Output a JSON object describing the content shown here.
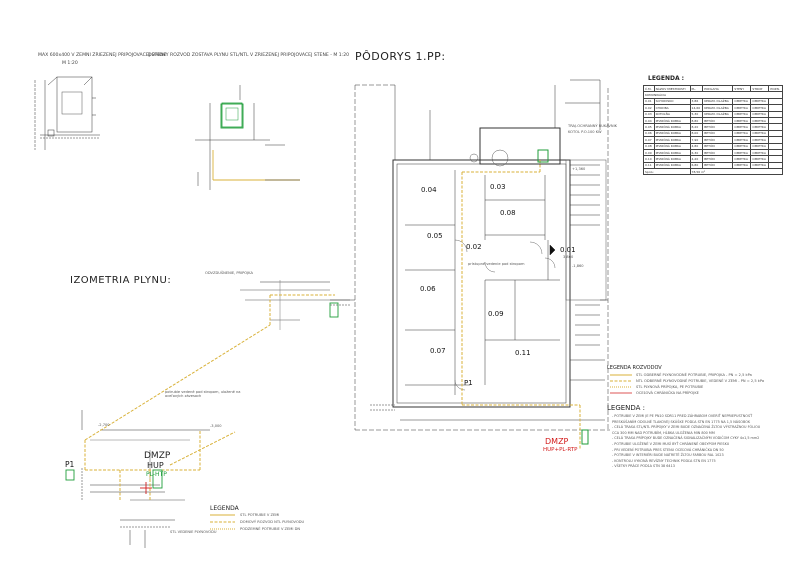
{
  "titles": {
    "title_left_top": "MAX 600x400 V ZEMNI ZRIEZENEJ PRIPOJOVACEJ STENE",
    "scale_left": "M 1:20",
    "title_mid_top": "DOMOVY ROZVOD ZOSTAVA PLYNU STL/NTL V ZRIEZENEJ PRIPOJOVACEJ STENE - M 1:20",
    "plan_title": "PÔDORYS 1.PP:",
    "iso_title": "IZOMETRIA PLYNU:"
  },
  "rooms": [
    "0.01",
    "0.02",
    "0.03",
    "0.04",
    "0.05",
    "0.06",
    "0.07",
    "0.08",
    "0.09",
    "0.11"
  ],
  "room_area_001": "3,860",
  "labels": {
    "dmzp": "DMZP",
    "hup": "HUP",
    "hup_sub": "PL-HTP",
    "p1": "P1",
    "dmzp_plan": "DMZP",
    "dmzp_plan_sub": "HUP+PL-RTP",
    "plan_note_top": "TRAJ.OCHRANNÝ RUKÁVNIK",
    "plan_note_right": "KOTOL P.O.100 KW",
    "plan_note_mid": "prístupné vedenie pod stropom",
    "iso_note_top": "ODVZDUŠNENIE, PRIPOJKA",
    "iso_note_mid": "potrubie vedené pod stropom, uložené na oceľových závesoch",
    "iso_note_bottom": "STL VEDENIE PLYNOVODU",
    "iso_level_1": "-2,700",
    "iso_level_2": "-3,000",
    "plan_level": "+1,360",
    "plan_level_2": "-1,860"
  },
  "legend_table": {
    "title": "LEGENDA :",
    "section": "KOMUNIKÁCIA",
    "headers": [
      "Č.M.",
      "NÁZOV MIESTNOSTI",
      "PL.",
      "PODLAHA",
      "STENY",
      "STROP",
      "POZN."
    ],
    "rows": [
      [
        "0.01",
        "SCHODISKO",
        "3,86",
        "KERAM. DLAŽBA",
        "OMIETKA",
        "OMIETKA",
        ""
      ],
      [
        "0.02",
        "CHODBA",
        "14,60",
        "KERAM. DLAŽBA",
        "OMIETKA",
        "OMIETKA",
        ""
      ],
      [
        "0.03",
        "KOTOLŇA",
        "5,30",
        "KERAM. DLAŽBA",
        "OMIETKA",
        "OMIETKA",
        ""
      ],
      [
        "0.04",
        "PIVNIČNÁ KOBKA",
        "8,80",
        "BETÓN",
        "OMIETKA",
        "OMIETKA",
        ""
      ],
      [
        "0.05",
        "PIVNIČNÁ KOBKA",
        "8,20",
        "BETÓN",
        "OMIETKA",
        "OMIETKA",
        ""
      ],
      [
        "0.06",
        "PIVNIČNÁ KOBKA",
        "8,00",
        "BETÓN",
        "OMIETKA",
        "OMIETKA",
        ""
      ],
      [
        "0.07",
        "PIVNIČNÁ KOBKA",
        "7,90",
        "BETÓN",
        "OMIETKA",
        "OMIETKA",
        ""
      ],
      [
        "0.08",
        "PIVNIČNÁ KOBKA",
        "4,80",
        "BETÓN",
        "OMIETKA",
        "OMIETKA",
        ""
      ],
      [
        "0.09",
        "PIVNIČNÁ KOBKA",
        "6,30",
        "BETÓN",
        "OMIETKA",
        "OMIETKA",
        ""
      ],
      [
        "0.10",
        "PIVNIČNÁ KOBKA",
        "4,20",
        "BETÓN",
        "OMIETKA",
        "OMIETKA",
        ""
      ],
      [
        "0.11",
        "PIVNIČNÁ KOBKA",
        "6,80",
        "BETÓN",
        "OMIETKA",
        "OMIETKA",
        ""
      ]
    ],
    "total_label": "Spolu",
    "total_value": "78,56 m²"
  },
  "legend_rozvodov": {
    "title": "LEGENDA ROZVODOV",
    "items": [
      "STL ODBERNÉ PLYNOVODNÉ POTRUBIE, PRIPOJKA - PN = 2,5 kPa",
      "NTL ODBERNÉ PLYNOVODNÉ POTRUBIE, VEDENÉ V ZEMI - PN = 2,5 kPa",
      "STL PLYNOVÁ PRÍPOJKA, PE POTRUBIE",
      "OCEĽOVÁ CHRÁNIČKA NA PRÍPOJKE"
    ]
  },
  "legend_notes": {
    "title": "LEGENDA :",
    "lines": [
      "- POTRUBIE V ZEMI JE PE PN10 SDR11 PRED ZÁHRABOM OVERIŤ NEPRIEPUSTNOSŤ",
      "  PRESKÚŠANÍM ODOLNÉ TLAKOVEJ SKÚŠKE PODĽA STN EN 1775 NA 1,5 NÁSOBOK",
      "- CELÁ TRASA STL/NTL PRÍPOJKY V ZEMI BUDE OZNAČENÁ ŽLTOU VÝSTRAŽNOU FÓLIOU",
      "  CCA 300 MM NAD POTRUBÍM, HĹBKA ULOŽENIA MIN 800 MM",
      "- CELÁ TRASA PRÍPOJKY BUDE OZNAČENÁ SIGNALIZAČNÝM VODIČOM CYKY 4x1,5 mm2",
      "- POTRUBIE ULOŽENÉ V ZEMI MUSÍ BYŤ CHRÁNENÉ OBSYPOM PIESKU",
      "- PRI VEDENÍ POTRUBIA PRES STENU OCEĽOVÁ CHRÁNIČKA DN 50",
      "- POTRUBIE V INTERIÉRI BUDE NATRETÉ ŽLTOU FARBOU RAL 1023",
      "- KONTROLU VYKONÁ REVÍZNY TECHNIK PODĽA STN EN 1775",
      "- VŠETKY PRÁCE PODĽA STN 38 6413"
    ]
  },
  "legend_bottom": {
    "title": "LEGENDA",
    "items": [
      "STL POTRUBIE V ZEMI",
      "DOMOVÝ ROZVOD NTL PLYNOVODU",
      "PODZEMNÉ POTRUBIE V ZEMI DN"
    ]
  },
  "colors": {
    "gas": "#d9b23a",
    "gas_dash": "#c9a030",
    "red": "#d21b1b",
    "green": "#1f9e3a",
    "line": "#333333"
  }
}
